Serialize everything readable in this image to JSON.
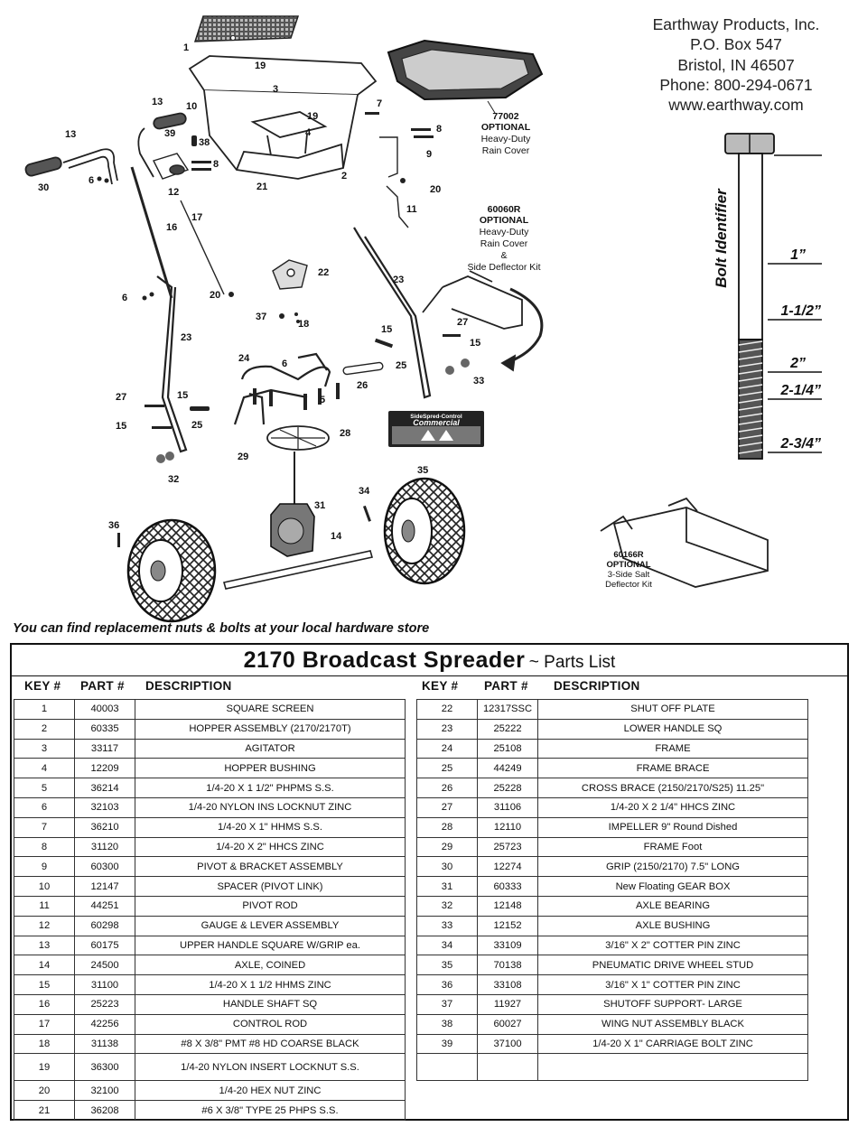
{
  "company": {
    "name": "Earthway Products, Inc.",
    "po_box": "P.O. Box 547",
    "city": "Bristol, IN 46507",
    "phone": "Phone: 800-294-0671",
    "web": "www.earthway.com"
  },
  "bolt": {
    "title": "Bolt Identifier",
    "sizes": [
      "1”",
      "1-1/2”",
      "2”",
      "2-1/4”",
      "2-3/4”"
    ]
  },
  "optional_kits": [
    {
      "part": "77002",
      "tag": "OPTIONAL",
      "lines": [
        "Heavy-Duty",
        "Rain Cover"
      ]
    },
    {
      "part": "60060R",
      "tag": "OPTIONAL",
      "lines": [
        "Heavy-Duty",
        "Rain Cover",
        "&",
        "Side Deflector Kit"
      ]
    },
    {
      "part": "60166R",
      "tag": "OPTIONAL",
      "lines": [
        "3-Side Salt",
        "Deflector Kit"
      ]
    }
  ],
  "badge": {
    "line1": "SideSpred-Control",
    "line2": "Commercial"
  },
  "callouts": [
    "1",
    "19",
    "3",
    "7",
    "4",
    "19",
    "8",
    "2",
    "21",
    "9",
    "20",
    "11",
    "13",
    "10",
    "39",
    "38",
    "13",
    "8",
    "12",
    "6",
    "30",
    "17",
    "16",
    "20",
    "22",
    "6",
    "37",
    "18",
    "23",
    "15",
    "27",
    "15",
    "25",
    "23",
    "24",
    "6",
    "26",
    "33",
    "27",
    "15",
    "5",
    "25",
    "15",
    "28",
    "29",
    "32",
    "35",
    "34",
    "31",
    "36",
    "14"
  ],
  "note": "You can find replacement nuts & bolts at your local hardware store",
  "table": {
    "title_main": "2170 Broadcast Spreader",
    "title_sub": "~ Parts List",
    "headers": {
      "key": "KEY #",
      "part": "PART #",
      "desc": "DESCRIPTION"
    },
    "left": [
      {
        "key": "1",
        "part": "40003",
        "desc": "SQUARE SCREEN"
      },
      {
        "key": "2",
        "part": "60335",
        "desc": "HOPPER ASSEMBLY (2170/2170T)"
      },
      {
        "key": "3",
        "part": "33117",
        "desc": "AGITATOR"
      },
      {
        "key": "4",
        "part": "12209",
        "desc": "HOPPER BUSHING"
      },
      {
        "key": "5",
        "part": "36214",
        "desc": "1/4-20 X 1 1/2\" PHPMS S.S."
      },
      {
        "key": "6",
        "part": "32103",
        "desc": "1/4-20 NYLON INS LOCKNUT ZINC"
      },
      {
        "key": "7",
        "part": "36210",
        "desc": "1/4-20 X 1\" HHMS S.S."
      },
      {
        "key": "8",
        "part": "31120",
        "desc": "1/4-20 X 2\" HHCS ZINC"
      },
      {
        "key": "9",
        "part": "60300",
        "desc": "PIVOT & BRACKET ASSEMBLY"
      },
      {
        "key": "10",
        "part": "12147",
        "desc": "SPACER (PIVOT LINK)"
      },
      {
        "key": "11",
        "part": "44251",
        "desc": "PIVOT ROD"
      },
      {
        "key": "12",
        "part": "60298",
        "desc": "GAUGE & LEVER ASSEMBLY"
      },
      {
        "key": "13",
        "part": "60175",
        "desc": "UPPER HANDLE SQUARE W/GRIP ea."
      },
      {
        "key": "14",
        "part": "24500",
        "desc": "AXLE, COINED"
      },
      {
        "key": "15",
        "part": "31100",
        "desc": "1/4-20 X 1 1/2 HHMS ZINC"
      },
      {
        "key": "16",
        "part": "25223",
        "desc": "HANDLE SHAFT SQ"
      },
      {
        "key": "17",
        "part": "42256",
        "desc": "CONTROL ROD"
      },
      {
        "key": "18",
        "part": "31138",
        "desc": "#8 X 3/8\" PMT #8 HD COARSE BLACK"
      },
      {
        "key": "19",
        "part": "36300",
        "desc": "1/4-20 NYLON INSERT LOCKNUT S.S."
      },
      {
        "key": "20",
        "part": "32100",
        "desc": "1/4-20 HEX NUT ZINC"
      },
      {
        "key": "21",
        "part": "36208",
        "desc": "#6 X 3/8\" TYPE 25 PHPS S.S."
      }
    ],
    "right": [
      {
        "key": "22",
        "part": "12317SSC",
        "desc": "SHUT OFF PLATE"
      },
      {
        "key": "23",
        "part": "25222",
        "desc": "LOWER HANDLE SQ"
      },
      {
        "key": "24",
        "part": "25108",
        "desc": "FRAME"
      },
      {
        "key": "25",
        "part": "44249",
        "desc": "FRAME BRACE"
      },
      {
        "key": "26",
        "part": "25228",
        "desc": "CROSS BRACE (2150/2170/S25) 11.25\""
      },
      {
        "key": "27",
        "part": "31106",
        "desc": "1/4-20 X 2 1/4\" HHCS ZINC"
      },
      {
        "key": "28",
        "part": "12110",
        "desc": "IMPELLER 9\" Round Dished"
      },
      {
        "key": "29",
        "part": "25723",
        "desc": "FRAME Foot"
      },
      {
        "key": "30",
        "part": "12274",
        "desc": "GRIP (2150/2170) 7.5\" LONG"
      },
      {
        "key": "31",
        "part": "60333",
        "desc": "New Floating GEAR BOX"
      },
      {
        "key": "32",
        "part": "12148",
        "desc": "AXLE BEARING"
      },
      {
        "key": "33",
        "part": "12152",
        "desc": "AXLE BUSHING"
      },
      {
        "key": "34",
        "part": "33109",
        "desc": "3/16\" X 2\" COTTER PIN ZINC"
      },
      {
        "key": "35",
        "part": "70138",
        "desc": "PNEUMATIC DRIVE WHEEL STUD"
      },
      {
        "key": "36",
        "part": "33108",
        "desc": "3/16\" X 1\" COTTER PIN ZINC"
      },
      {
        "key": "37",
        "part": "11927",
        "desc": "SHUTOFF SUPPORT- LARGE"
      },
      {
        "key": "38",
        "part": "60027",
        "desc": "WING NUT ASSEMBLY BLACK"
      },
      {
        "key": "39",
        "part": "37100",
        "desc": "1/4-20 X 1\" CARRIAGE BOLT ZINC"
      },
      {
        "key": "",
        "part": "",
        "desc": ""
      }
    ]
  }
}
